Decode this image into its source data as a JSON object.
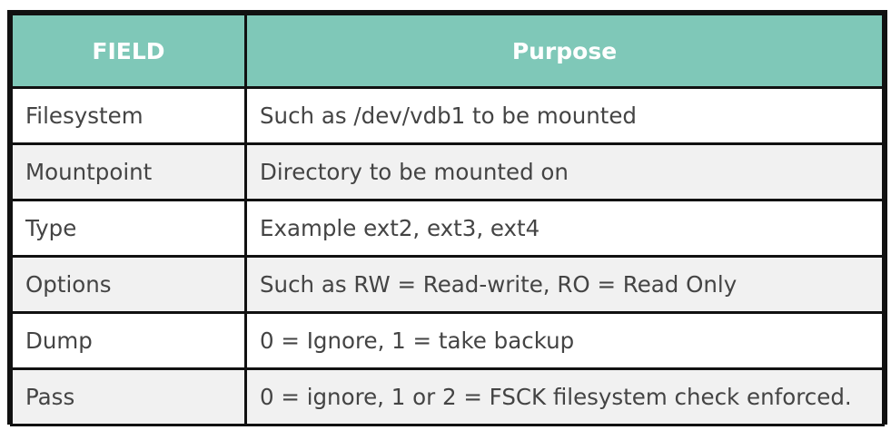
{
  "table": {
    "headers": [
      "FIELD",
      "Purpose"
    ],
    "rows": [
      {
        "field": "Filesystem",
        "purpose": "Such as /dev/vdb1 to be mounted"
      },
      {
        "field": "Mountpoint",
        "purpose": "Directory to be mounted on"
      },
      {
        "field": "Type",
        "purpose": "Example ext2, ext3, ext4"
      },
      {
        "field": "Options",
        "purpose": "Such as RW = Read-write, RO = Read Only"
      },
      {
        "field": "Dump",
        "purpose": "0 = Ignore, 1 = take backup"
      },
      {
        "field": "Pass",
        "purpose": "0 = ignore, 1 or 2 = FSCK filesystem check enforced."
      }
    ]
  },
  "colors": {
    "header_bg": "#7fc8b8",
    "header_text": "#ffffff",
    "border": "#111111",
    "row_alt_bg": "#f1f1f1",
    "cell_text": "#444444"
  }
}
